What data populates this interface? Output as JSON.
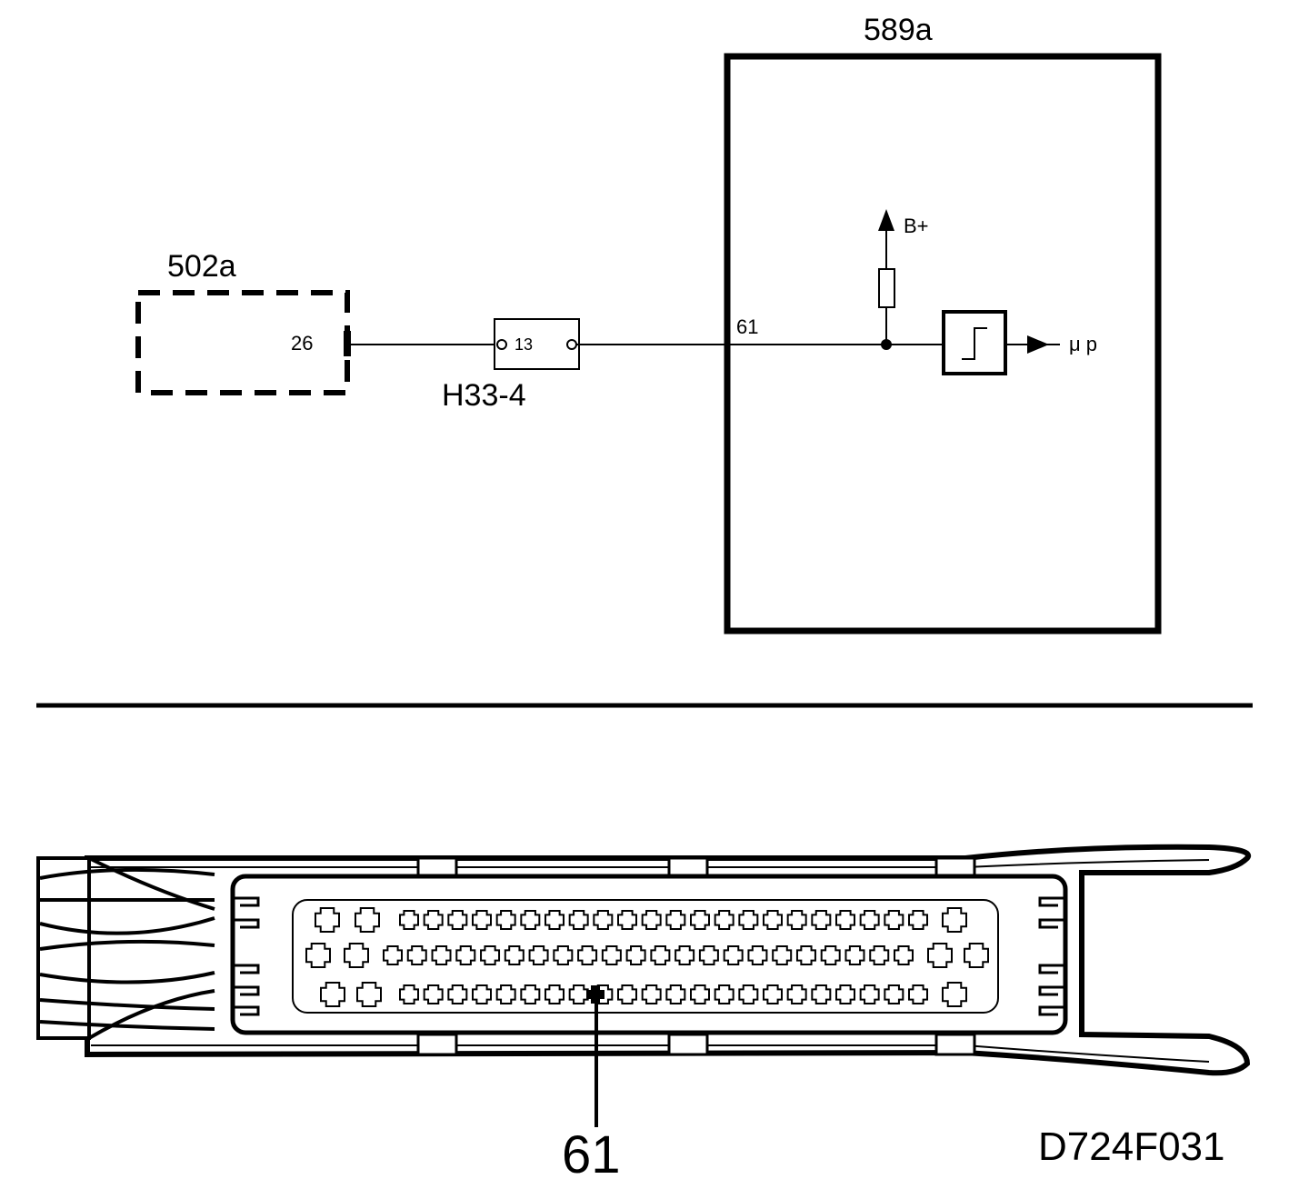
{
  "schematic": {
    "ecu_label": "589a",
    "sensor_label": "502a",
    "sensor_pin": "26",
    "connector_pin": "13",
    "connector_label": "H33-4",
    "ecu_pin": "61",
    "supply_label": "B+",
    "output_label": "μ p"
  },
  "connector_view": {
    "pin_callout": "61"
  },
  "figure_code": "D724F031"
}
